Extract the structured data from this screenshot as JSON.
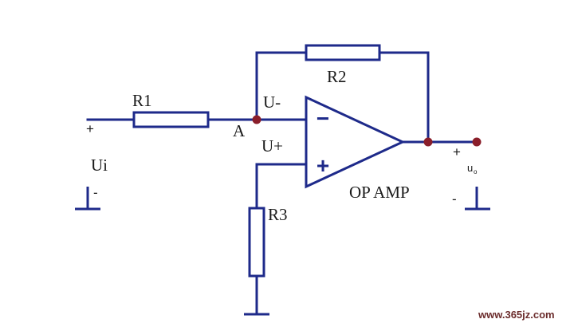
{
  "colors": {
    "wire": "#1e2a8a",
    "node": "#8a1e2a",
    "text": "#1a1a1a",
    "watermark": "#6b2c2c"
  },
  "labels": {
    "r1": "R1",
    "r2": "R2",
    "r3": "R3",
    "node_a": "A",
    "u_minus": "U-",
    "u_plus": "U+",
    "ui": "Ui",
    "uo": "u",
    "uo_sub": "o",
    "op_amp": "OP AMP",
    "input_plus": "+",
    "input_minus": "-",
    "output_plus": "+",
    "output_minus": "-",
    "inverting_sign": "−",
    "noninverting_sign": "+"
  },
  "watermark": "www.365jz.com"
}
